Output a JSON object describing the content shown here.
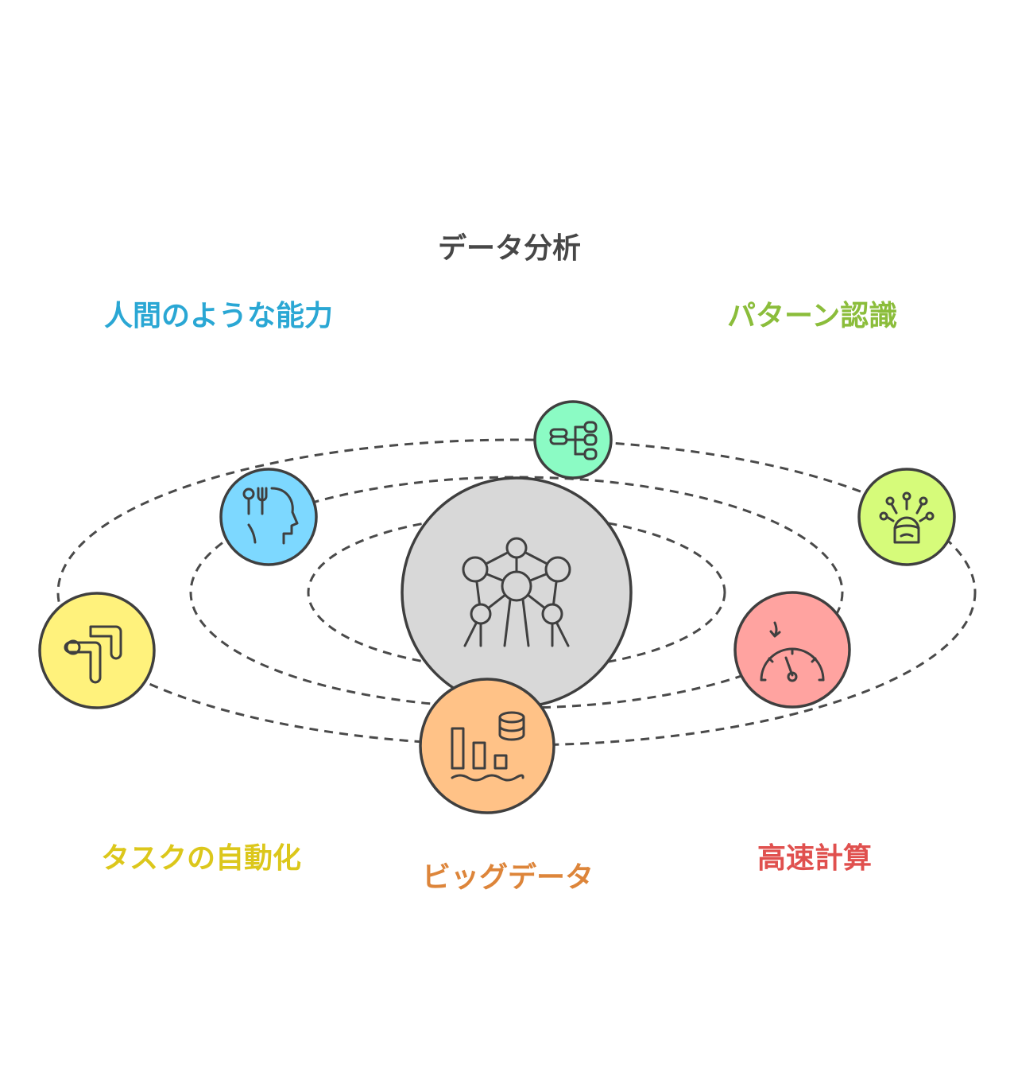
{
  "labels": {
    "data_analysis": "データ分析",
    "human_like_ability": "人間のような能力",
    "pattern_recognition": "パターン認識",
    "task_automation": "タスクの自動化",
    "big_data": "ビッグデータ",
    "high_speed_computing": "高速計算"
  },
  "colors": {
    "data_analysis": "#474747",
    "human_like_ability": "#2aa7d4",
    "pattern_recognition": "#8bbd3b",
    "task_automation": "#dcc71b",
    "big_data": "#dd853a",
    "high_speed_computing": "#e0504e",
    "center_fill": "#d8d8d8",
    "data_analysis_fill": "#8bfbc4",
    "human_like_ability_fill": "#7dd8ff",
    "pattern_recognition_fill": "#d6fb7a",
    "task_automation_fill": "#fff27c",
    "big_data_fill": "#ffc287",
    "high_speed_computing_fill": "#ffa3a0"
  },
  "icons": {
    "center": "atomium-icon",
    "data_analysis": "database-tree-icon",
    "human_like_ability": "head-with-cutlery-icon",
    "pattern_recognition": "face-network-icon",
    "task_automation": "process-flow-icon",
    "big_data": "data-lake-icon",
    "high_speed_computing": "speedometer-icon"
  }
}
